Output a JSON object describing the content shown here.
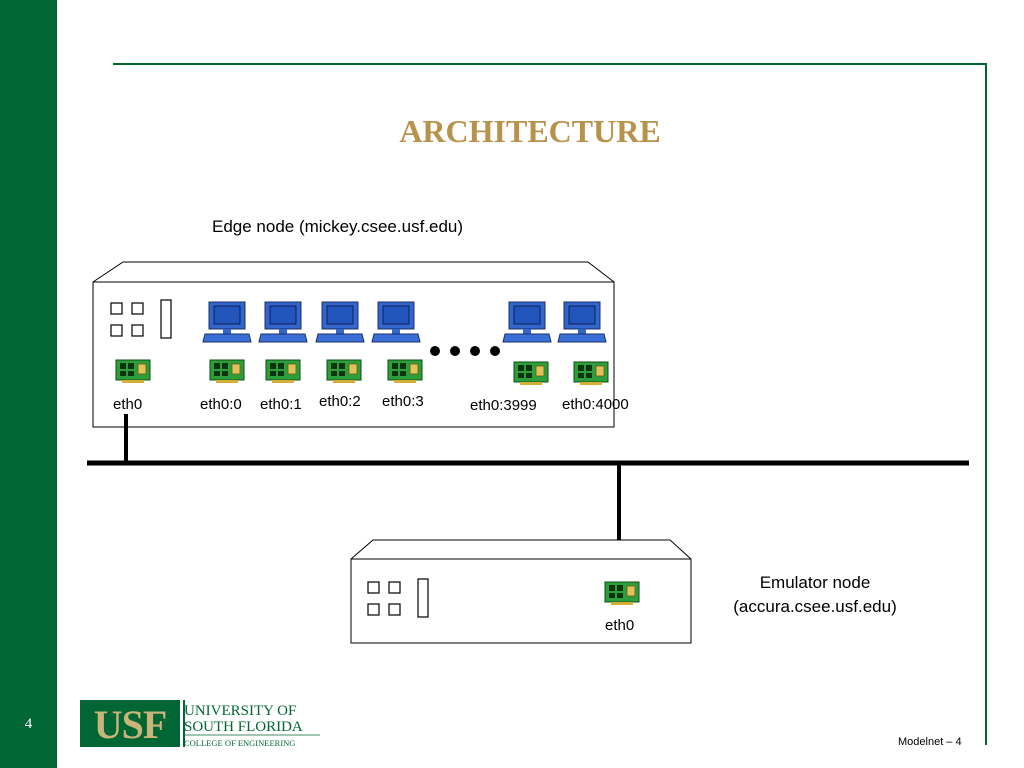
{
  "slide": {
    "title": "ARCHITECTURE",
    "page_number": "4",
    "footer": "Modelnet – 4"
  },
  "logo": {
    "mark": "USF",
    "line1": "UNIVERSITY OF",
    "line2": "SOUTH FLORIDA",
    "line3": "COLLEGE OF ENGINEERING"
  },
  "edge_node": {
    "title": "Edge node (mickey.csee.usf.edu)",
    "physical_interface": "eth0",
    "virtual_interfaces": [
      "eth0:0",
      "eth0:1",
      "eth0:2",
      "eth0:3",
      "eth0:3999",
      "eth0:4000"
    ],
    "ellipsis_dots": 4
  },
  "emulator_node": {
    "title_line1": "Emulator node",
    "title_line2": "(accura.csee.usf.edu)",
    "interface": "eth0"
  },
  "colors": {
    "usf_green": "#006633",
    "title_gold": "#b8924a",
    "monitor_blue": "#3366cc",
    "nic_green": "#2e9e3a"
  }
}
